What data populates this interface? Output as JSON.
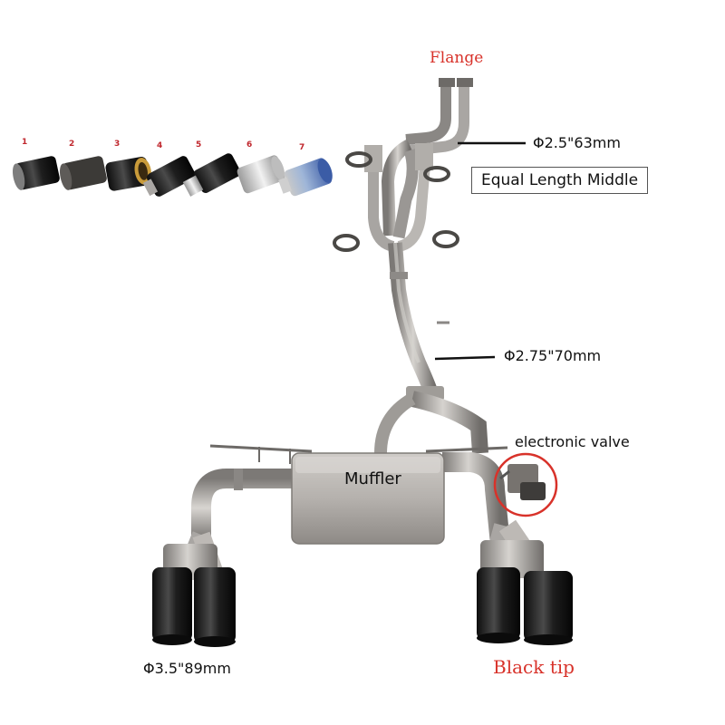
{
  "labels": {
    "flange": "Flange",
    "pipe_63": "Φ2.5\"63mm",
    "equal_length": "Equal Length Middle",
    "pipe_70": "Φ2.75\"70mm",
    "valve": "electronic valve",
    "muffler": "Muffler",
    "tip_89": "Φ3.5\"89mm",
    "black_tip": "Black tip"
  },
  "tip_options": [
    "1",
    "2",
    "3",
    "4",
    "5",
    "6",
    "7"
  ],
  "colors": {
    "label_red": "#d8322a",
    "steel": "#a9a6a3",
    "carbon": "#1a1a1a",
    "valve_ring": "#d8322a"
  }
}
